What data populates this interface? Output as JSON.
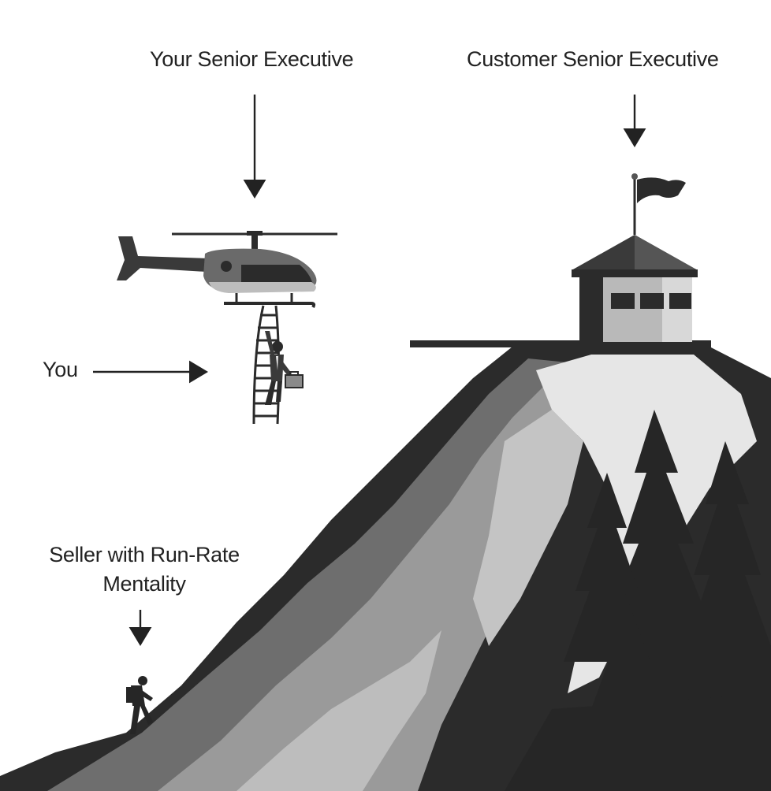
{
  "labels": {
    "your_senior_executive": "Your Senior Executive",
    "customer_senior_executive": "Customer Senior Executive",
    "you": "You",
    "seller_line1": "Seller with Run-Rate",
    "seller_line2": "Mentality"
  },
  "icons": [
    "helicopter-icon",
    "rope-ladder-icon",
    "businessman-icon",
    "briefcase-icon",
    "hut-icon",
    "flag-icon",
    "hiker-icon",
    "pine-tree-icon"
  ],
  "colors": {
    "ink": "#222222",
    "dark": "#2b2b2b",
    "mid": "#6e6e6e",
    "light": "#a9a9a9",
    "pale": "#e6e6e6"
  }
}
